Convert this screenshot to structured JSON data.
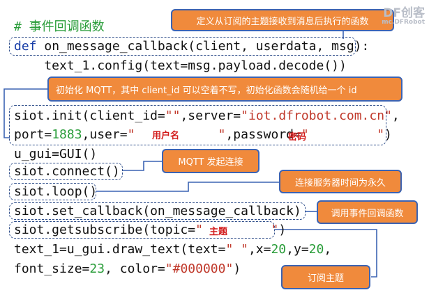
{
  "logo": {
    "text": "DF创客",
    "sub": "mc.DFRobot"
  },
  "code": {
    "comment": "# 事件回调函数",
    "line1_kw": "def",
    "line1_rest": " on_message_callback(client, userdata, msg):",
    "line2": "    text_1.config(text=msg.payload.decode())",
    "line3_a": "siot.init(client_id=",
    "line3_str1": "\"\"",
    "line3_b": ",server=",
    "line3_str2": "\"iot.dfrobot.com.cn\"",
    "line3_c": ",",
    "line4_a": "port=",
    "line4_num": "1883",
    "line4_b": ",user=",
    "line4_str1": "\"           \"",
    "line4_c": ",password=",
    "line4_str2": "\"         \"",
    "line4_d": ")",
    "line5": "u_gui=GUI()",
    "line6": "siot.connect()",
    "line7": "siot.loop()",
    "line8": "siot.set_callback(on_message_callback)",
    "line9_a": "siot.getsubscribe(topic=",
    "line9_str": "\"         \"",
    "line9_b": ")",
    "line10_a": "text_1=u_gui.draw_text(text=",
    "line10_str": "\" \"",
    "line10_b": ",x=",
    "line10_n1": "20",
    "line10_c": ",y=",
    "line10_n2": "20",
    "line10_d": ",",
    "line11_a": "font_size=",
    "line11_num": "23",
    "line11_b": ", color=",
    "line11_str": "\"#000000\"",
    "line11_c": ")"
  },
  "placeholders": {
    "username": "用户名",
    "password": "密码",
    "topic": "主题"
  },
  "callouts": {
    "callback": "定义从订阅的主题接收到消息后执行的函数",
    "init": "初始化 MQTT，其中 client_id 可以空着不写，初始化函数会随机给一个 id",
    "connect": "MQTT 发起连接",
    "loop": "连接服务器时间为永久",
    "set_callback": "调用事件回调函数",
    "subscribe": "订阅主题"
  },
  "colors": {
    "callout_fill": "#f08a3c",
    "callout_border": "#3b63b3",
    "dash_border": "#2f4e8a",
    "comment": "#2a9d3a",
    "keyword": "#1a3fa8",
    "string": "#c0392b"
  }
}
